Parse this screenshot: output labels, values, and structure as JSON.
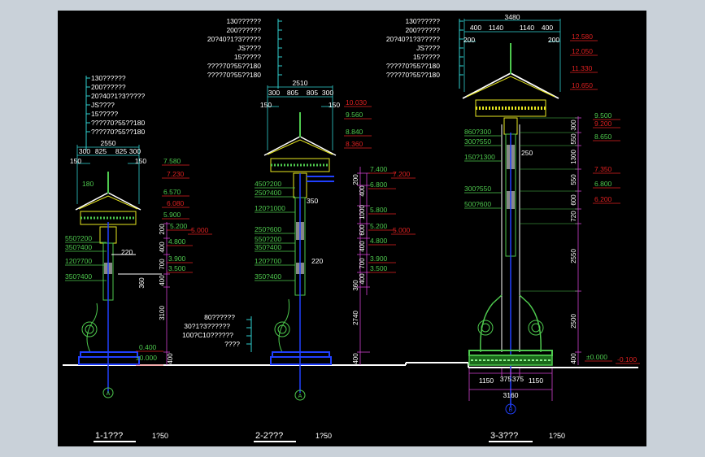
{
  "colors": {
    "background": "#000000",
    "frame": "#c9d1d9",
    "white": "#ffffff",
    "green": "#4ec94e",
    "red": "#e02020",
    "magenta": "#d040d0",
    "yellow": "#e8e820",
    "blue": "#2040ff",
    "cyan": "#30d0d0"
  },
  "elevation1": {
    "notes": [
      "130??????",
      "200??????",
      "20?40?1?3?????",
      "JS????",
      "15?????",
      "????70?55??180",
      "????70?55??180"
    ],
    "top_dims": {
      "total": "2550",
      "d1": "300",
      "d2": "825",
      "d3": "825",
      "d4": "300",
      "e1": "150",
      "e2": "150"
    },
    "levels_green": [
      "7.580",
      "6.570",
      "5.900",
      "5.200",
      "4.800",
      "3.900",
      "3.500"
    ],
    "levels_red": [
      "7.230",
      "6.080",
      "5.000"
    ],
    "small_left": [
      "180",
      "550?200",
      "350?400",
      "120?700",
      "350?400"
    ],
    "small_dim": "220",
    "vert_dims": [
      "200",
      "400",
      "700",
      "400",
      "360",
      "3100",
      "400"
    ],
    "base_levels": [
      "0.400",
      "±0.000"
    ],
    "axis": "A",
    "caption": "1-1???",
    "scale": "1?50"
  },
  "elevation2": {
    "notes": [
      "130??????",
      "200??????",
      "20?40?1?3?????",
      "JS????",
      "15?????",
      "????70?55??180",
      "????70?55??180"
    ],
    "top_dims": {
      "total": "2510",
      "d1": "300",
      "d2": "805",
      "d3": "805",
      "d4": "300",
      "e1": "150",
      "e2": "150"
    },
    "levels_green": [
      "9.560",
      "8.840",
      "7.400",
      "6.800",
      "5.800",
      "5.200",
      "4.800",
      "3.900",
      "3.500"
    ],
    "levels_red": [
      "10.030",
      "8.360",
      "7.200",
      "5.000"
    ],
    "small_left": [
      "450?200",
      "250?400",
      "120?1000",
      "250?600",
      "550?200",
      "350?400",
      "120?700",
      "350?400"
    ],
    "small_dims": [
      "350",
      "220"
    ],
    "vert_dims": [
      "200",
      "400",
      "1000",
      "600",
      "400",
      "700",
      "400",
      "360",
      "2740",
      "400"
    ],
    "base_notes": [
      "80??????",
      "30?1?3??????",
      "100?C10??????",
      "????"
    ],
    "axis": "A",
    "caption": "2-2???",
    "scale": "1?50"
  },
  "elevation3": {
    "notes": [
      "130??????",
      "200??????",
      "20?40?1?3?????",
      "JS????",
      "15?????",
      "????70?55??180",
      "????70?55??180"
    ],
    "top_dims": {
      "total": "3480",
      "d1": "400",
      "d2": "1140",
      "d3": "1140",
      "d4": "400",
      "e1": "200",
      "e2": "200"
    },
    "levels_red": [
      "12.580",
      "12.050",
      "11.330",
      "10.650",
      "9.200",
      "7.350",
      "6.200",
      "-0.100"
    ],
    "levels_green": [
      "9.500",
      "8.650",
      "6.800",
      "±0.000"
    ],
    "small_left": [
      "860?300",
      "300?550",
      "150?1300",
      "300?550",
      "500?600"
    ],
    "small_dim": "250",
    "vert_dims": [
      "300",
      "550",
      "1300",
      "550",
      "600",
      "720",
      "2550",
      "2500",
      "400"
    ],
    "bottom_dims": {
      "d1": "1150",
      "d2": "375",
      "d3": "375",
      "d4": "1150",
      "total": "3160"
    },
    "axis": "B",
    "caption": "3-3???",
    "scale": "1?50"
  }
}
